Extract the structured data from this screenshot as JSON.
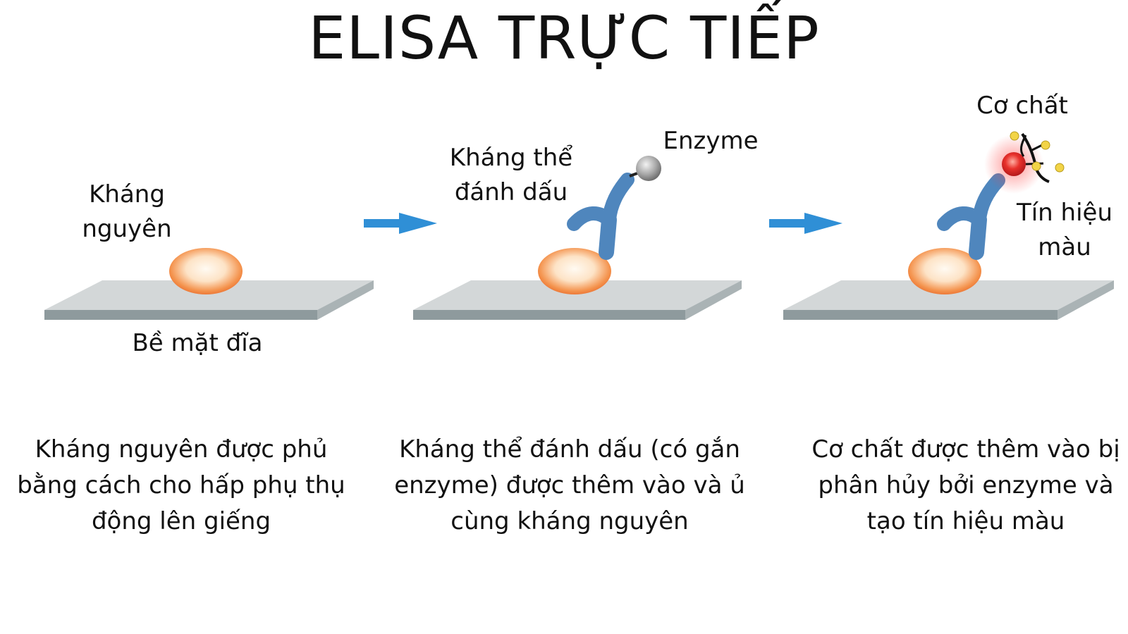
{
  "title": "ELISA TRỰC TIẾP",
  "labels": {
    "antigen": "Kháng\nnguyên",
    "plate_surface": "Bề mặt đĩa",
    "labeled_antibody": "Kháng thể\nđánh dấu",
    "enzyme": "Enzyme",
    "substrate": "Cơ chất",
    "color_signal": "Tín hiệu\nmàu"
  },
  "captions": [
    "Kháng nguyên được phủ bằng cách cho hấp phụ thụ động lên giếng",
    "Kháng thể đánh dấu (có gắn enzyme) được thêm vào và ủ cùng kháng nguyên",
    "Cơ chất được thêm vào bị phân hủy bởi enzyme và tạo tín hiệu màu"
  ],
  "icons": {
    "step_arrow": "right-arrow-icon",
    "antigen": "antigen-ellipse-icon",
    "antibody": "y-antibody-icon",
    "enzyme": "enzyme-sphere-icon",
    "substrate": "substrate-molecule-icon"
  },
  "colors": {
    "arrow": "#2f8fd6",
    "antibody": "#4f86bd",
    "antigen_edge": "#e7672a",
    "antigen_center": "#fff8ef",
    "plate_top": "#d3d7d8",
    "plate_edge": "#8e9a9d",
    "enzyme": "#9c9c9c",
    "signal": "#e3262a",
    "substrate_dots": "#f2d447"
  }
}
